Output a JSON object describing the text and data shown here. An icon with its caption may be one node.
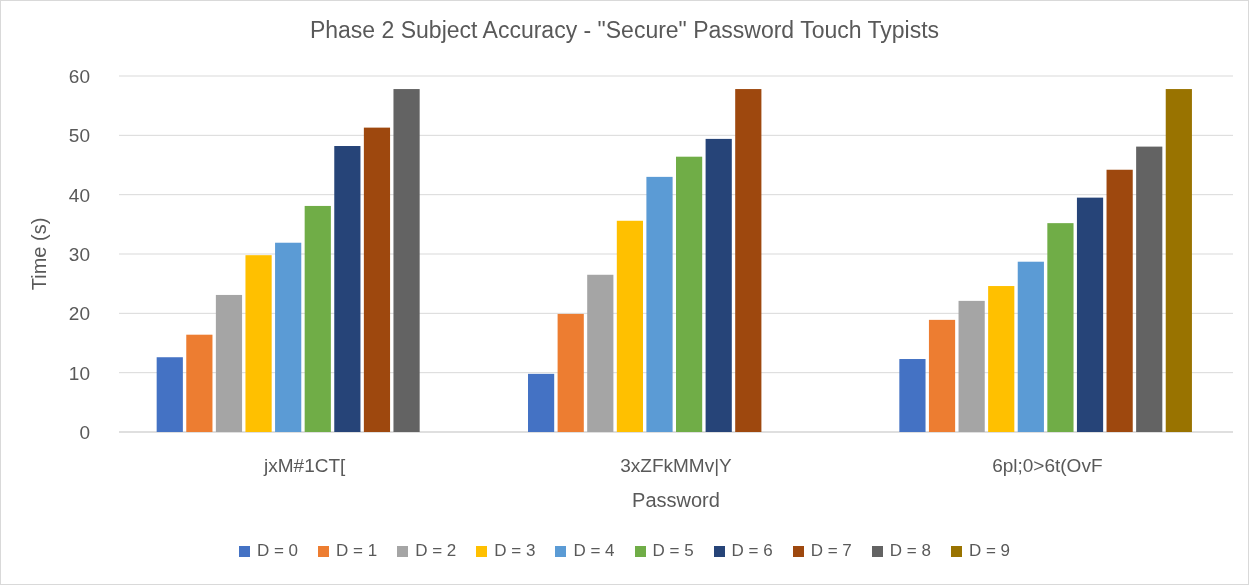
{
  "diagram": {
    "chart_data": {
      "type": "bar",
      "title": "Phase 2 Subject Accuracy - \"Secure\" Password Touch Typists",
      "xlabel": "Password",
      "ylabel": "Time (s)",
      "categories": [
        "jxM#1CT[",
        "3xZFkMMv|Y",
        "6pl;0>6t(OvF"
      ],
      "series": [
        {
          "name": "D = 0",
          "color": "#4472c4",
          "values": [
            12.6,
            9.8,
            12.3
          ]
        },
        {
          "name": "D = 1",
          "color": "#ed7d31",
          "values": [
            16.4,
            19.9,
            18.9
          ]
        },
        {
          "name": "D = 2",
          "color": "#a5a5a5",
          "values": [
            23.1,
            26.5,
            22.1
          ]
        },
        {
          "name": "D = 3",
          "color": "#ffc000",
          "values": [
            29.8,
            35.6,
            24.6
          ]
        },
        {
          "name": "D = 4",
          "color": "#5b9bd5",
          "values": [
            31.9,
            43.0,
            28.7
          ]
        },
        {
          "name": "D = 5",
          "color": "#70ad47",
          "values": [
            38.1,
            46.4,
            35.2
          ]
        },
        {
          "name": "D = 6",
          "color": "#264478",
          "values": [
            48.2,
            49.4,
            39.5
          ]
        },
        {
          "name": "D = 7",
          "color": "#9e480e",
          "values": [
            51.3,
            57.8,
            44.2
          ]
        },
        {
          "name": "D = 8",
          "color": "#636363",
          "values": [
            57.8,
            null,
            48.1
          ]
        },
        {
          "name": "D = 9",
          "color": "#997300",
          "values": [
            null,
            null,
            57.8
          ]
        }
      ],
      "ylim": [
        0,
        60
      ],
      "grid": true,
      "yticks": [
        0,
        10,
        20,
        30,
        40,
        50,
        60
      ]
    }
  }
}
